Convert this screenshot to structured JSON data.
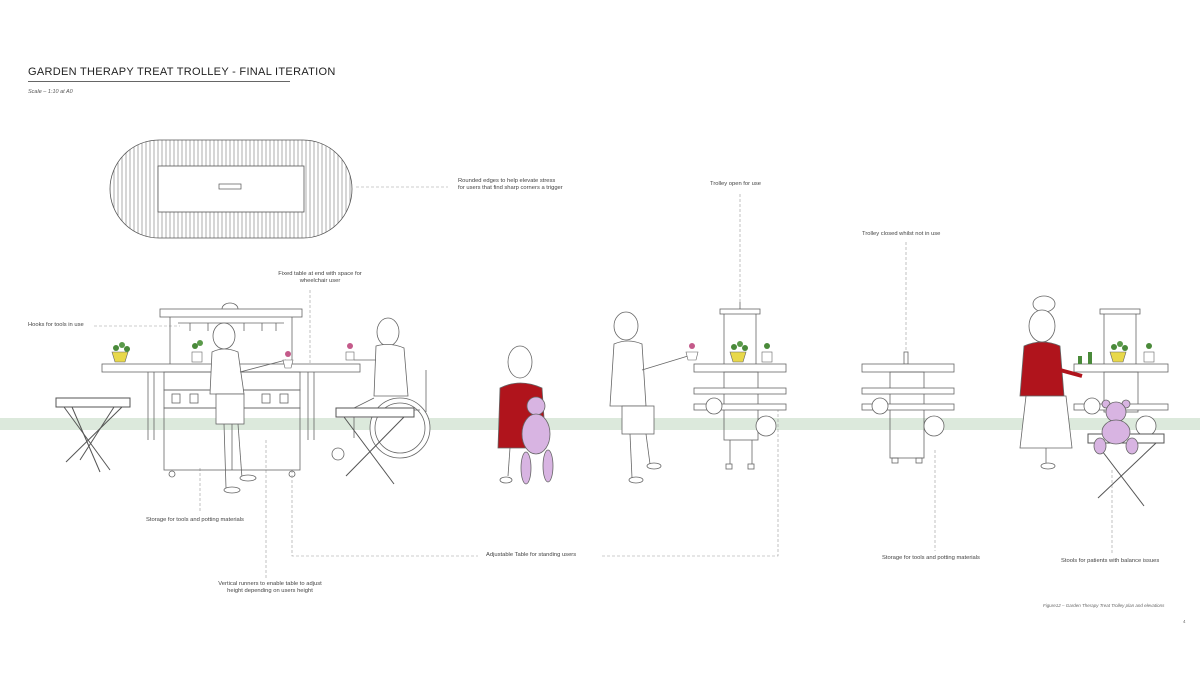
{
  "title": "GARDEN THERAPY TREAT TROLLEY - FINAL ITERATION",
  "scale": "Scale – 1:10 at A0",
  "annotations": {
    "rounded_edges_1": "Rounded edges to help elevate stress",
    "rounded_edges_2": "for users that find sharp corners a trigger",
    "fixed_table_1": "Fixed table at end with space for",
    "fixed_table_2": "wheelchair user",
    "hooks": "Hooks for tools in use",
    "trolley_open": "Trolley open for use",
    "trolley_closed": "Trolley closed whilst not in use",
    "storage_left": "Storage for tools and potting materials",
    "vertical_runners_1": "Vertical runners to enable table to adjust",
    "vertical_runners_2": "height depending on users height",
    "adjustable_table": "Adjustable Table for standing users",
    "storage_right": "Storage for tools and potting materials",
    "stools": "Stools for patients with balance issues"
  },
  "figure_caption": "Figure12 – Garden Therapy Treat Trolley plan and elevations",
  "page_number": "4",
  "colors": {
    "ground": "#dce9dc",
    "red_clothing": "#b0141c",
    "teddy": "#d8b4e2",
    "pot": "#e8d84a",
    "plant": "#4a8a3a",
    "line": "#6a6a6a"
  }
}
